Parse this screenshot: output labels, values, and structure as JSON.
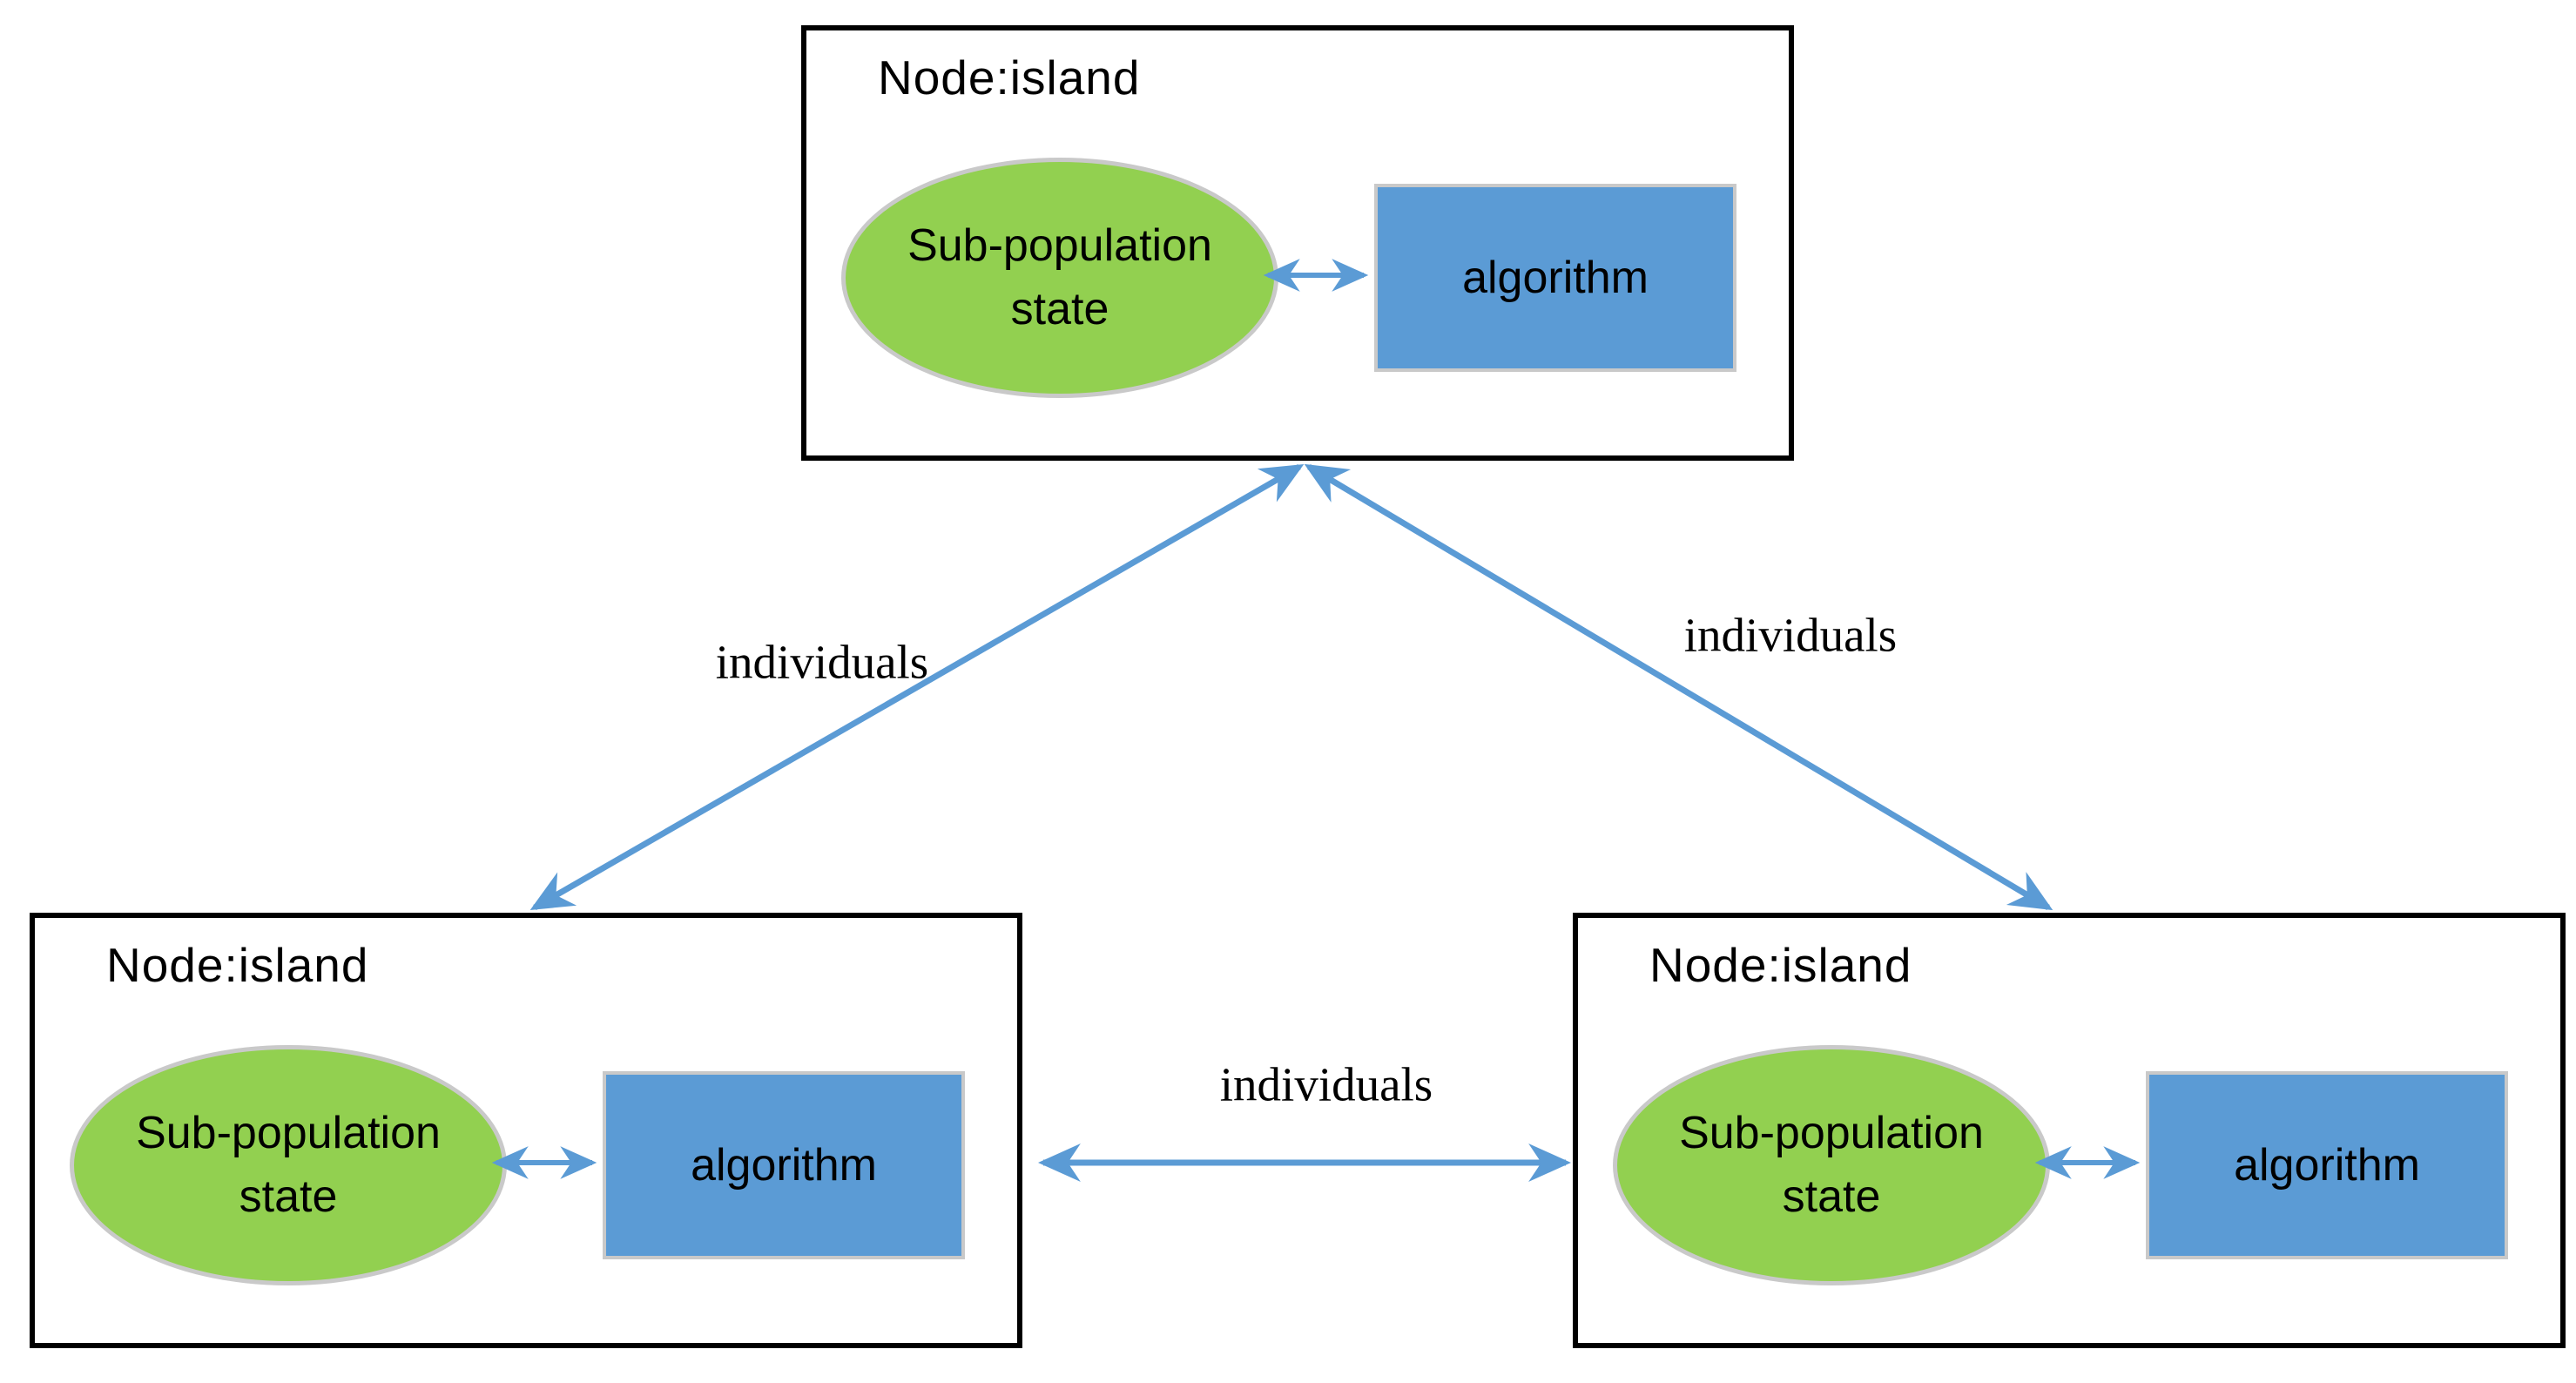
{
  "diagram": {
    "nodes": [
      {
        "id": "top",
        "title": "Node:island",
        "state_label": "Sub-population\nstate",
        "algorithm_label": "algorithm"
      },
      {
        "id": "bottom-left",
        "title": "Node:island",
        "state_label": "Sub-population\nstate",
        "algorithm_label": "algorithm"
      },
      {
        "id": "bottom-right",
        "title": "Node:island",
        "state_label": "Sub-population\nstate",
        "algorithm_label": "algorithm"
      }
    ],
    "edges": [
      {
        "id": "top-to-bottom-left",
        "label": "individuals",
        "direction": "bidirectional"
      },
      {
        "id": "top-to-bottom-right",
        "label": "individuals",
        "direction": "bidirectional"
      },
      {
        "id": "bottom-left-to-bottom-right",
        "label": "individuals",
        "direction": "bidirectional"
      }
    ],
    "colors": {
      "background": "#ffffff",
      "node_border": "#000000",
      "state_fill": "#92d050",
      "state_border": "#c9c9c9",
      "algorithm_fill": "#5b9bd5",
      "algorithm_border": "#c9c9c9",
      "arrow": "#5b9bd5",
      "text": "#000000"
    }
  }
}
